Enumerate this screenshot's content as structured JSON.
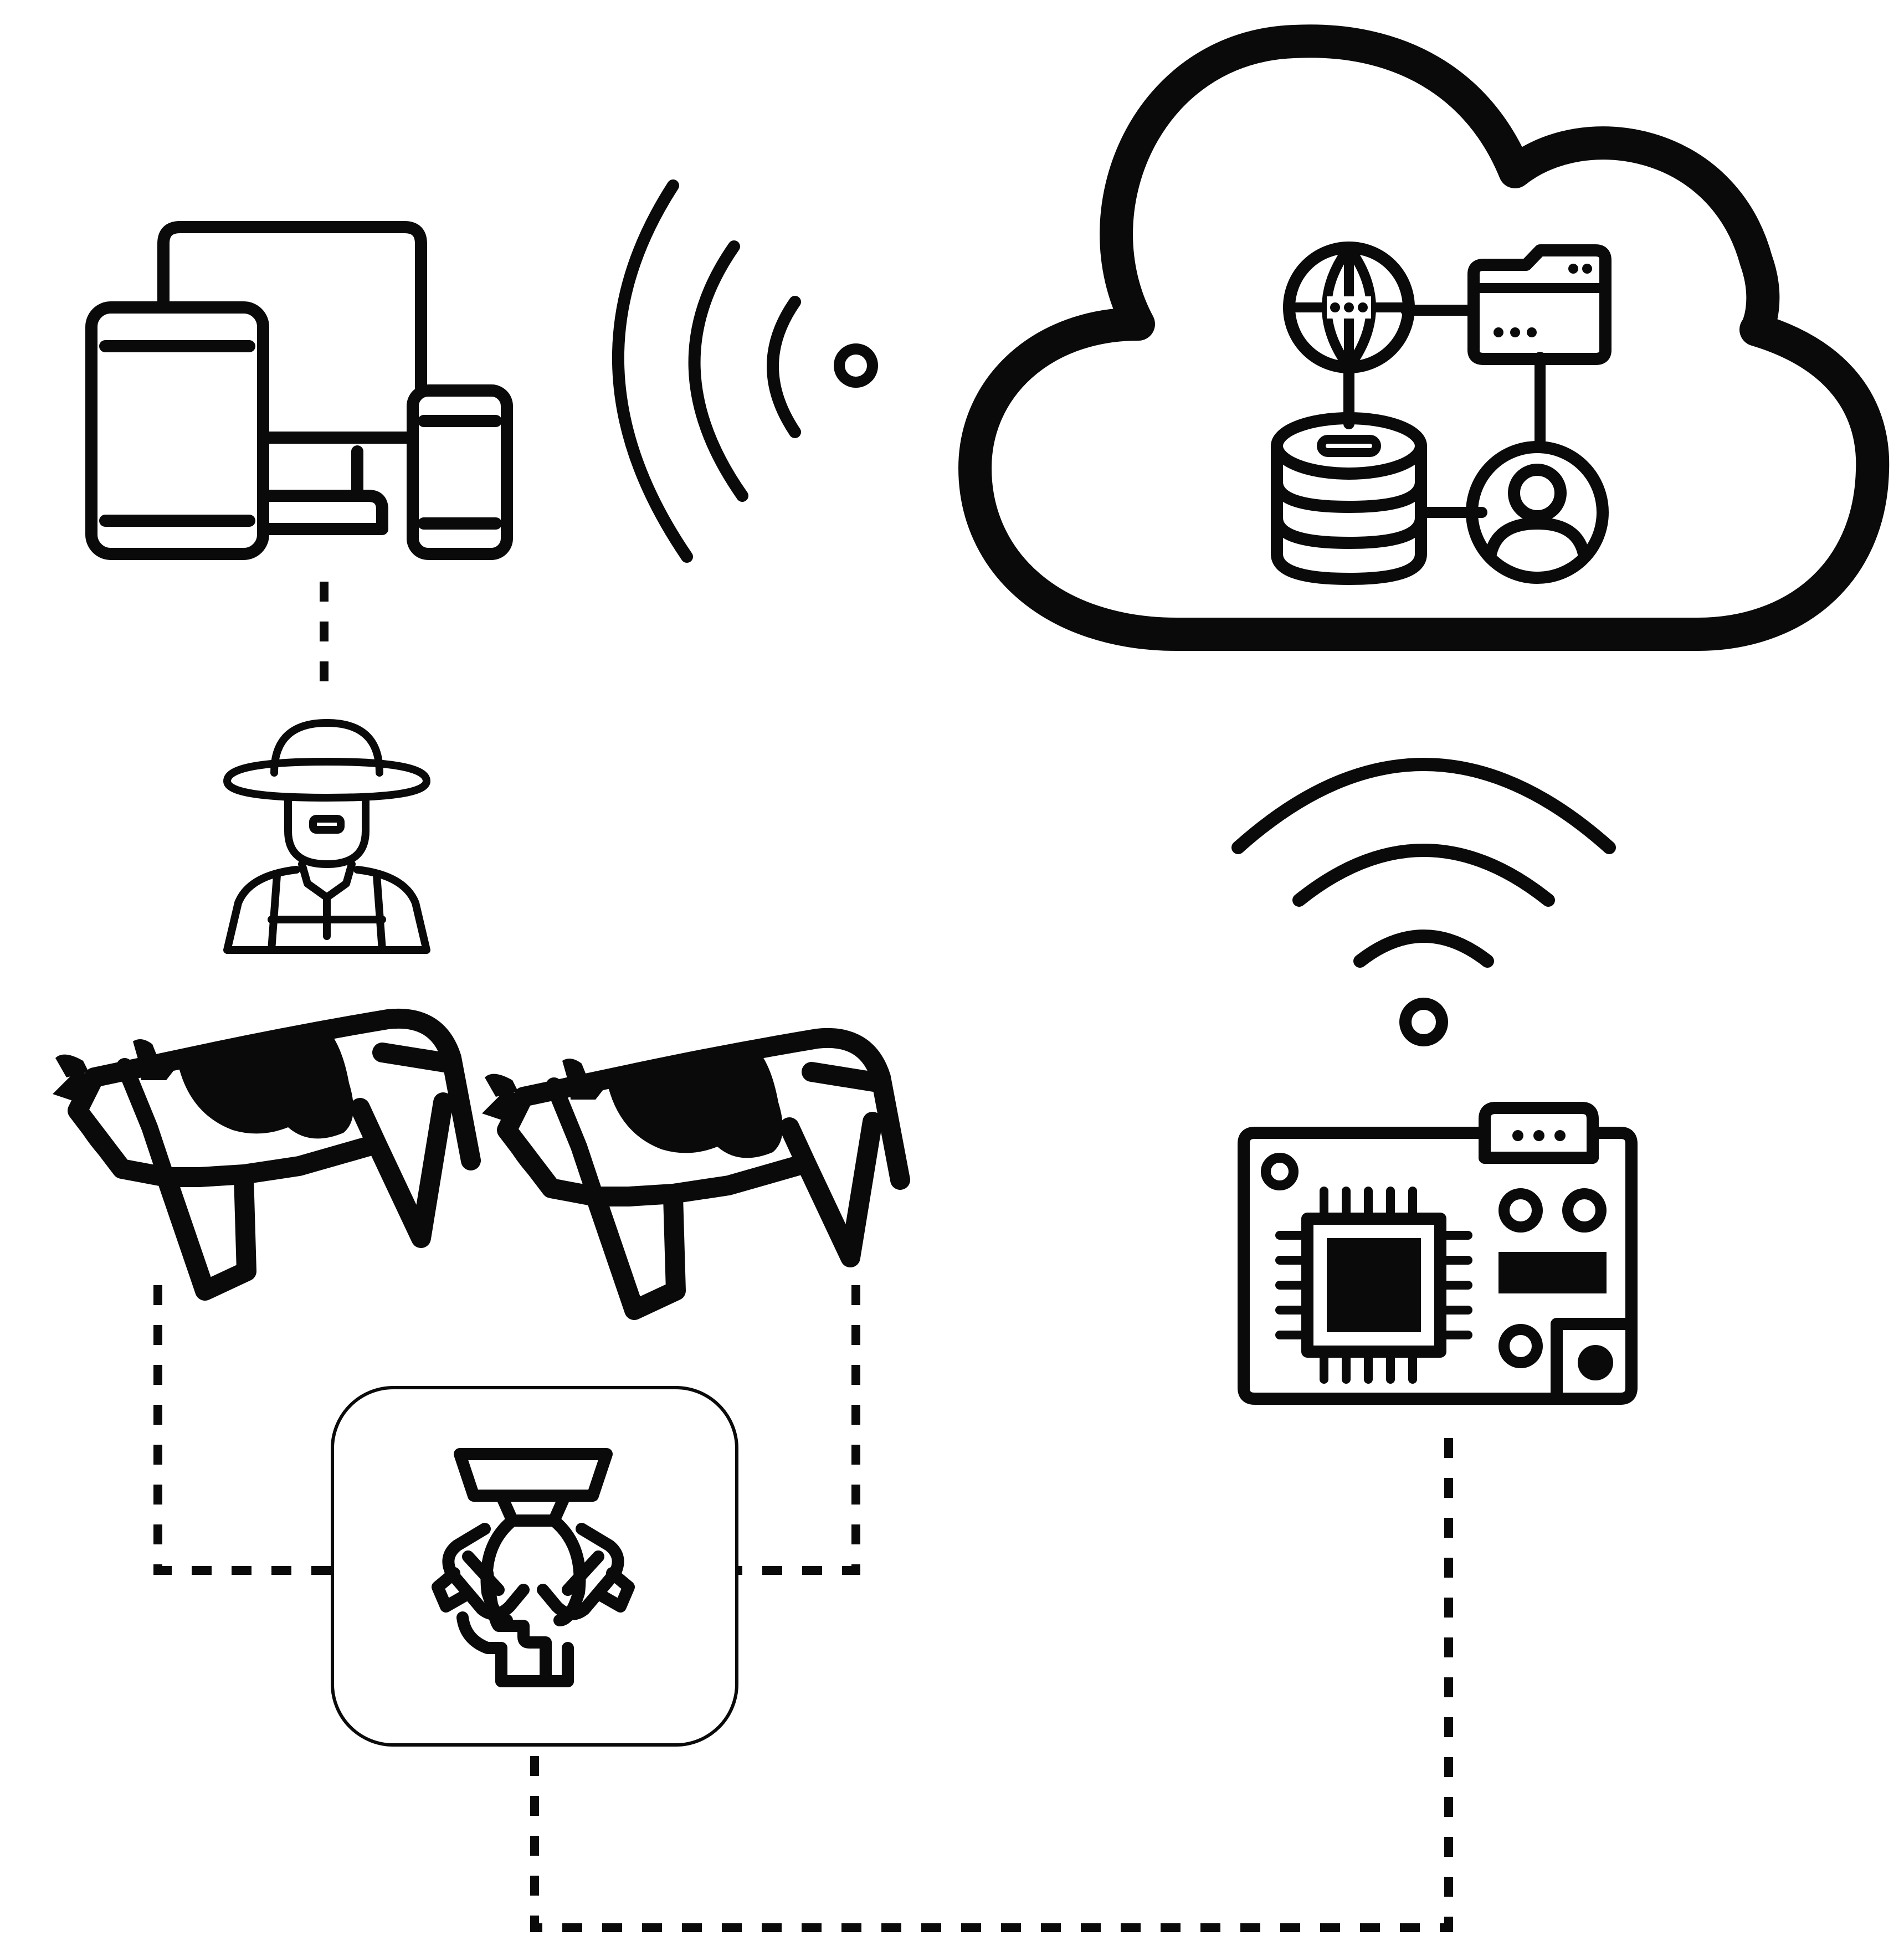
{
  "colors": {
    "ink": "#0a0a0a",
    "background": "#ffffff"
  },
  "nodes": [
    {
      "id": "user-devices",
      "icon": "devices-icon"
    },
    {
      "id": "wireless-signal-horizontal",
      "icon": "wifi-signal-icon"
    },
    {
      "id": "cloud-services",
      "icon": "cloud-icon",
      "contains": [
        "globe-icon",
        "folder-icon",
        "database-icon",
        "user-profile-icon"
      ]
    },
    {
      "id": "farmer",
      "icon": "farmer-icon"
    },
    {
      "id": "cows",
      "icon": "cow-icon",
      "count": 2
    },
    {
      "id": "milking-machine",
      "icon": "milking-cluster-icon"
    },
    {
      "id": "wireless-signal-vertical",
      "icon": "wifi-signal-icon"
    },
    {
      "id": "microcontroller-board",
      "icon": "circuit-board-icon"
    }
  ],
  "connections": [
    {
      "from": "user-devices",
      "to": "farmer",
      "style": "dotted"
    },
    {
      "from": "cows",
      "to": "milking-machine",
      "style": "dashed"
    },
    {
      "from": "milking-machine",
      "to": "microcontroller-board",
      "style": "dashed"
    },
    {
      "from": "user-devices",
      "to": "cloud-services",
      "style": "wireless"
    },
    {
      "from": "microcontroller-board",
      "to": "cloud-services",
      "style": "wireless"
    }
  ]
}
